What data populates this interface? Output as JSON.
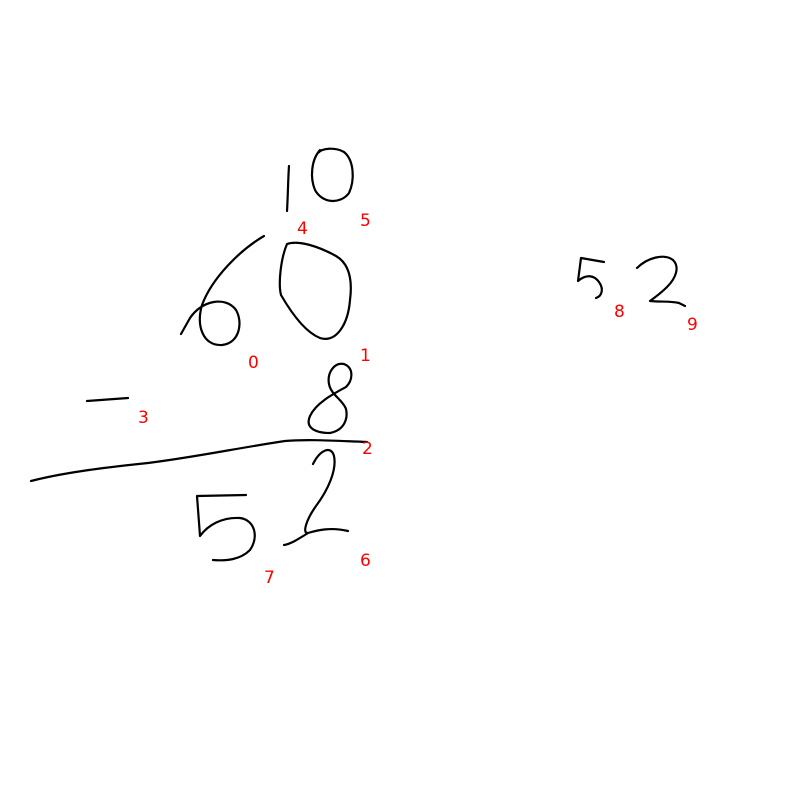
{
  "colors": {
    "ink": "#000000",
    "label": "#ff0000",
    "background": "#ffffff"
  },
  "strokes": [
    {
      "id": "0",
      "label": "0"
    },
    {
      "id": "1",
      "label": "1"
    },
    {
      "id": "2",
      "label": "2"
    },
    {
      "id": "3",
      "label": "3"
    },
    {
      "id": "4",
      "label": "4"
    },
    {
      "id": "5",
      "label": "5"
    },
    {
      "id": "6",
      "label": "6"
    },
    {
      "id": "7",
      "label": "7"
    },
    {
      "id": "8",
      "label": "8"
    },
    {
      "id": "9",
      "label": "9"
    }
  ]
}
